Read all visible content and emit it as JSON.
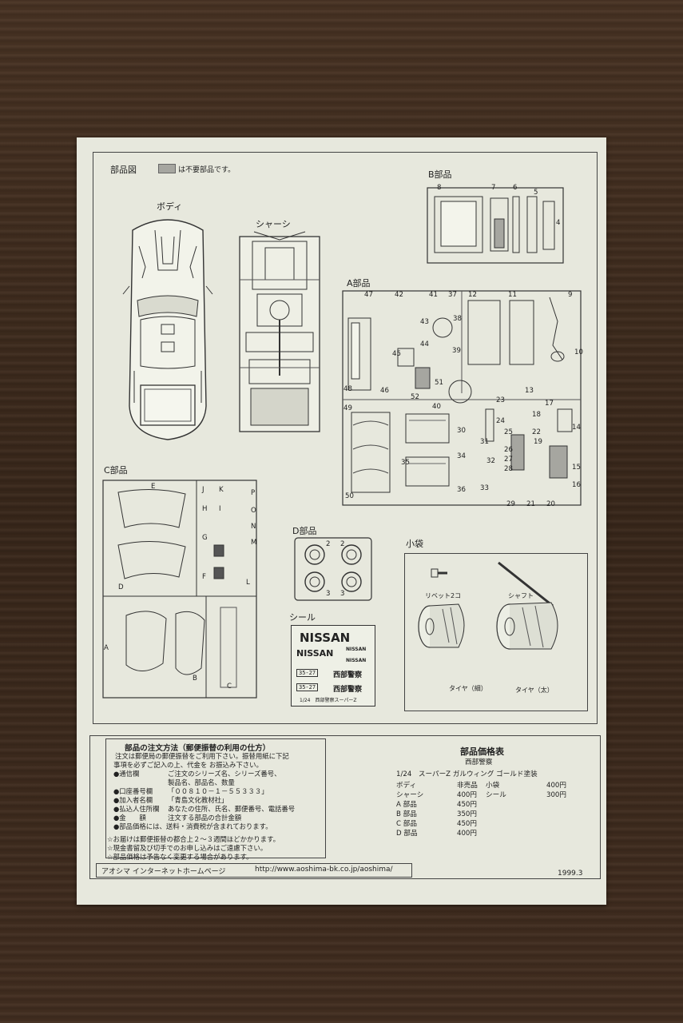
{
  "diagram": {
    "title": "部品図",
    "legend_text": "は不要部品です。",
    "body_label": "ボディ",
    "chassis_label": "シャーシ",
    "b_label": "B部品",
    "a_label": "A部品",
    "c_label": "C部品",
    "d_label": "D部品",
    "bag_label": "小袋",
    "seal_label": "シール",
    "bag_items": {
      "rivet": "リベット2コ",
      "shaft": "シャフト",
      "tire_thin": "タイヤ（細）",
      "tire_thick": "タイヤ（太）"
    },
    "b_numbers": [
      "8",
      "7",
      "6",
      "5",
      "4"
    ],
    "a_numbers": [
      "47",
      "42",
      "41",
      "37",
      "12",
      "11",
      "9",
      "43",
      "38",
      "44",
      "45",
      "39",
      "10",
      "46",
      "48",
      "51",
      "52",
      "13",
      "40",
      "49",
      "23",
      "17",
      "24",
      "18",
      "14",
      "30",
      "25",
      "22",
      "19",
      "31",
      "26",
      "34",
      "32",
      "28",
      "16",
      "15",
      "35",
      "27",
      "33",
      "36",
      "50",
      "29",
      "21",
      "20"
    ],
    "c_letters": [
      "E",
      "J",
      "K",
      "P",
      "H",
      "I",
      "O",
      "G",
      "N",
      "M",
      "F",
      "L",
      "D",
      "A",
      "B",
      "C"
    ],
    "d_numbers": [
      "2",
      "2",
      "3",
      "3"
    ],
    "seal": {
      "nissan": "NISSAN",
      "seibu": "西部警察",
      "plate": "35-27",
      "caption": "1/24　西部警察スーパーZ"
    }
  },
  "order": {
    "title": "部品の注文方法（郵便振替の利用の仕方）",
    "intro": [
      "注文は郵便局の郵便振替をご利用下さい。振替用紙に下記",
      "事項を必ずご記入の上、代金を お振込み下さい。"
    ],
    "rows": [
      {
        "label": "●通信欄",
        "value": "ご注文のシリーズ名、シリーズ番号、"
      },
      {
        "label": "",
        "value": "製品名、部品名、数量"
      },
      {
        "label": "●口座番号欄",
        "value": "「００８１０－１－５５３３３」"
      },
      {
        "label": "●加入者名欄",
        "value": "「青島文化教材社」"
      },
      {
        "label": "●払込人住所欄",
        "value": "あなたの住所、氏名、郵便番号、電話番号"
      },
      {
        "label": "●金　　額",
        "value": "注文する部品の合計金額"
      },
      {
        "label": "●部品価格には、送料・消費税が含まれております。",
        "value": ""
      }
    ],
    "notes": [
      "☆お届けは郵便振替の都合上２～３週間ほどかかります。",
      "☆現金書留及び切手でのお申し込みはご遠慮下さい。",
      "☆部品価格は予告なく変更する場合があります。"
    ]
  },
  "price": {
    "title": "部品価格表",
    "subtitle": "西部警察",
    "model": "1/24　スーパーZ ガルウィング ゴールド塗装",
    "left": [
      {
        "name": "ボディ",
        "price": "非売品"
      },
      {
        "name": "シャーシ",
        "price": "400円"
      },
      {
        "name": "A 部品",
        "price": "450円"
      },
      {
        "name": "B 部品",
        "price": "350円"
      },
      {
        "name": "C 部品",
        "price": "450円"
      },
      {
        "name": "D 部品",
        "price": "400円"
      }
    ],
    "right": [
      {
        "name": "小袋",
        "price": "400円"
      },
      {
        "name": "シール",
        "price": "300円"
      }
    ]
  },
  "footer": {
    "site_label": "アオシマ インターネットホームページ",
    "url": "http://www.aoshima-bk.co.jp/aoshima/",
    "date": "1999.3"
  },
  "colors": {
    "paper": "#e7e8dd",
    "ink": "#222222",
    "gray_part": "#a6a6a0",
    "wood": "#3f2b1e"
  }
}
